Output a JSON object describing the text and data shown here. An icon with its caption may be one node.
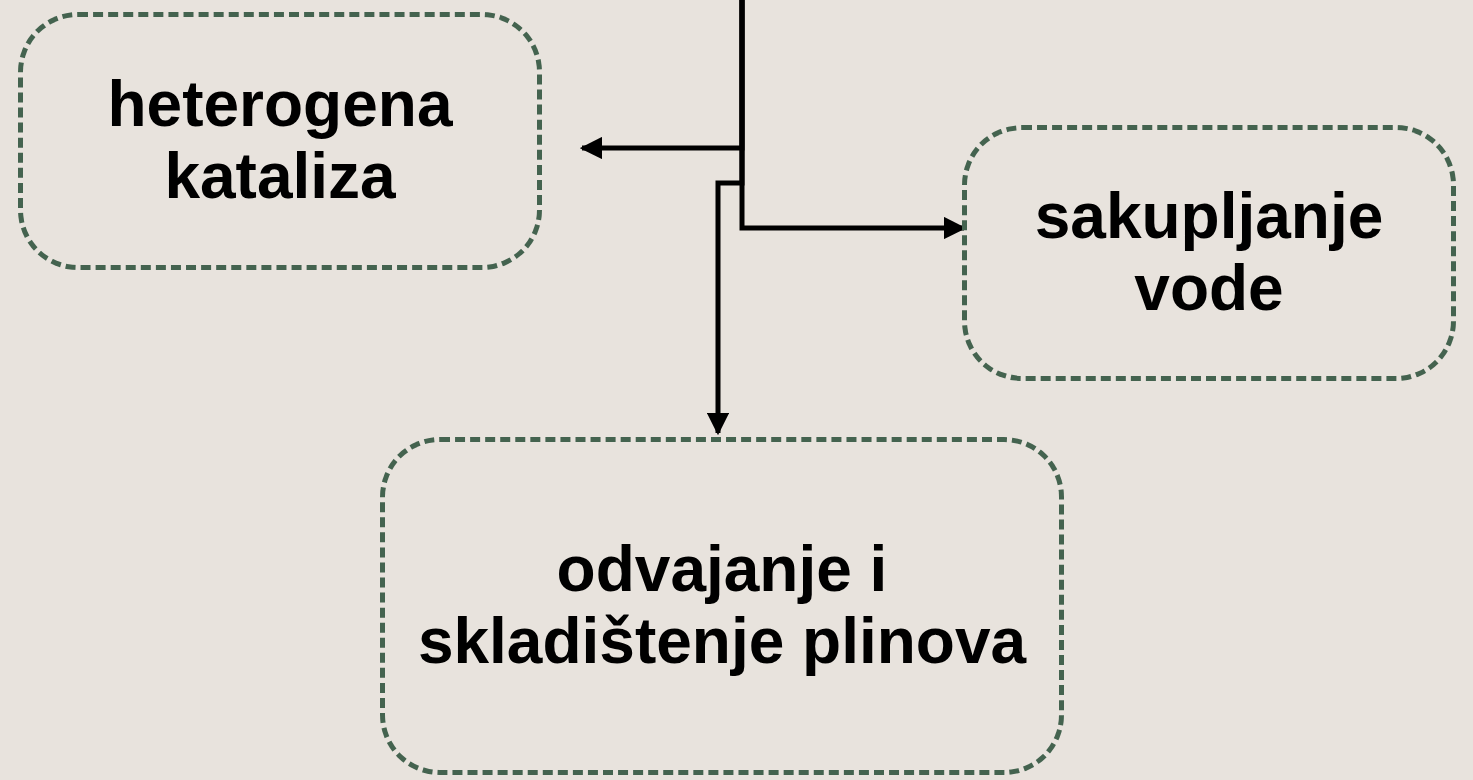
{
  "diagram": {
    "nodes": [
      {
        "text": [
          "heterogena kataliza"
        ]
      },
      {
        "text": [
          "sakupljanje vode"
        ]
      },
      {
        "text": [
          "odvajanje i skladištenje plinova"
        ]
      }
    ],
    "edges": [
      {
        "from": null,
        "to": 0,
        "arrow": "to"
      },
      {
        "from": null,
        "to": 1,
        "arrow": "to"
      },
      {
        "from": null,
        "to": 2,
        "arrow": "to"
      }
    ]
  }
}
